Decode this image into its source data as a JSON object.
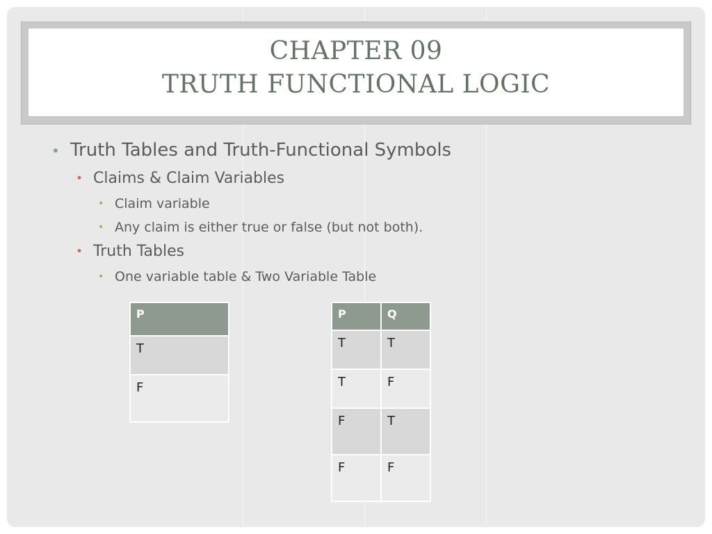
{
  "title": {
    "line1": "CHAPTER 09",
    "line2": "TRUTH FUNCTIONAL LOGIC"
  },
  "outline": {
    "bullet_char": "•",
    "level1": "Truth Tables and Truth-Functional Symbols",
    "claims_heading": "Claims & Claim Variables",
    "claim_variable": "Claim variable",
    "any_claim": "Any claim is either true or false (but not both).",
    "truth_tables_heading": "Truth Tables",
    "table_types": "One  variable table & Two Variable Table"
  },
  "one_variable_table": {
    "headers": [
      "P"
    ],
    "rows": [
      [
        "T"
      ],
      [
        "F"
      ]
    ]
  },
  "two_variable_table": {
    "headers": [
      "P",
      "Q"
    ],
    "rows": [
      [
        "T",
        "T"
      ],
      [
        "T",
        "F"
      ],
      [
        "F",
        "T"
      ],
      [
        "F",
        "F"
      ]
    ]
  },
  "colors": {
    "title_text": "#637365",
    "header_fill": "#8e9a8f",
    "level1_bullet": "#8c9c8d",
    "level2_bullet": "#c96b4c",
    "level3_bullet": "#9bb24d"
  }
}
